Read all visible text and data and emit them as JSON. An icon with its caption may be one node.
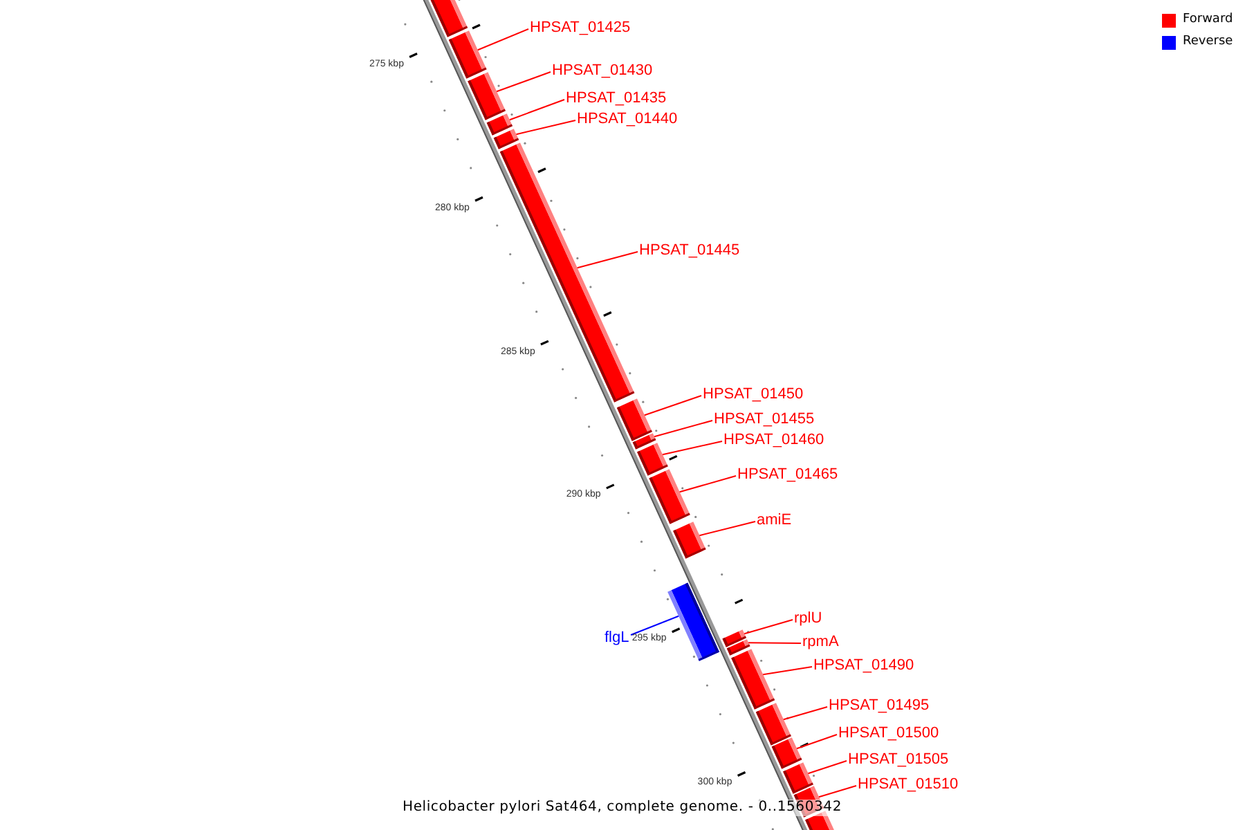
{
  "diagram": {
    "caption": "Helicobacter pylori Sat464, complete genome. - 0..1560342",
    "nodes": [
      {
        "text": [],
        "shape": "bar"
      },
      {
        "text": [],
        "shape": "bar"
      },
      {
        "text": [],
        "shape": "bar"
      },
      {
        "text": [],
        "shape": "bar"
      },
      {
        "text": [],
        "shape": "bar"
      },
      {
        "text": [],
        "shape": "bar"
      },
      {
        "text": [],
        "shape": "bar"
      },
      {
        "text": [],
        "shape": "bar"
      },
      {
        "text": [],
        "shape": "bar"
      },
      {
        "text": [],
        "shape": "bar"
      },
      {
        "text": [],
        "shape": "bar"
      },
      {
        "text": [],
        "shape": "bar"
      },
      {
        "text": [],
        "shape": "bar"
      },
      {
        "text": [],
        "shape": "bar"
      },
      {
        "text": [],
        "shape": "bar"
      },
      {
        "text": [],
        "shape": "bar"
      },
      {
        "text": [],
        "shape": "bar"
      },
      {
        "text": [],
        "shape": "bar"
      },
      {
        "text": [],
        "shape": "bar"
      },
      {
        "text": [],
        "shape": "bar"
      },
      {
        "text": [
          "HPSAT_01425"
        ]
      },
      {
        "text": [
          "HPSAT_01430"
        ]
      },
      {
        "text": [
          "HPSAT_01435"
        ]
      },
      {
        "text": [
          "HPSAT_01440"
        ]
      },
      {
        "text": [
          "HPSAT_01445"
        ]
      },
      {
        "text": [
          "HPSAT_01450"
        ]
      },
      {
        "text": [
          "HPSAT_01455"
        ]
      },
      {
        "text": [
          "HPSAT_01460"
        ]
      },
      {
        "text": [
          "HPSAT_01465"
        ]
      },
      {
        "text": [
          "amiE"
        ]
      },
      {
        "text": [
          "flgL"
        ]
      },
      {
        "text": [
          "rplU"
        ]
      },
      {
        "text": [
          "rpmA"
        ]
      },
      {
        "text": [
          "HPSAT_01490"
        ]
      },
      {
        "text": [
          "HPSAT_01495"
        ]
      },
      {
        "text": [
          "HPSAT_01500"
        ]
      },
      {
        "text": [
          "HPSAT_01505"
        ]
      },
      {
        "text": [
          "HPSAT_01510"
        ]
      }
    ],
    "edges": [
      {
        "from": 20,
        "to": 1,
        "arrow": "none"
      },
      {
        "from": 21,
        "to": 2,
        "arrow": "none"
      },
      {
        "from": 22,
        "to": 3,
        "arrow": "none"
      },
      {
        "from": 23,
        "to": 4,
        "arrow": "none"
      },
      {
        "from": 24,
        "to": 5,
        "arrow": "none"
      },
      {
        "from": 25,
        "to": 6,
        "arrow": "none"
      },
      {
        "from": 26,
        "to": 7,
        "arrow": "none"
      },
      {
        "from": 27,
        "to": 8,
        "arrow": "none"
      },
      {
        "from": 28,
        "to": 9,
        "arrow": "none"
      },
      {
        "from": 29,
        "to": 10,
        "arrow": "none"
      },
      {
        "from": 30,
        "to": 11,
        "arrow": "none",
        "color": "#0000ff"
      },
      {
        "from": 31,
        "to": 12,
        "arrow": "none"
      },
      {
        "from": 32,
        "to": 13,
        "arrow": "none"
      },
      {
        "from": 33,
        "to": 14,
        "arrow": "none"
      },
      {
        "from": 34,
        "to": 15,
        "arrow": "none"
      },
      {
        "from": 35,
        "to": 16,
        "arrow": "none"
      },
      {
        "from": 36,
        "to": 17,
        "arrow": "none"
      },
      {
        "from": 37,
        "to": 18,
        "arrow": "none"
      }
    ],
    "labels": [
      "275 kbp",
      "280 kbp",
      "285 kbp",
      "290 kbp",
      "295 kbp",
      "300 kbp"
    ],
    "legend": [
      {
        "text": "Forward",
        "color": "#ff0000"
      },
      {
        "text": "Reverse",
        "color": "#0000ff"
      }
    ]
  }
}
